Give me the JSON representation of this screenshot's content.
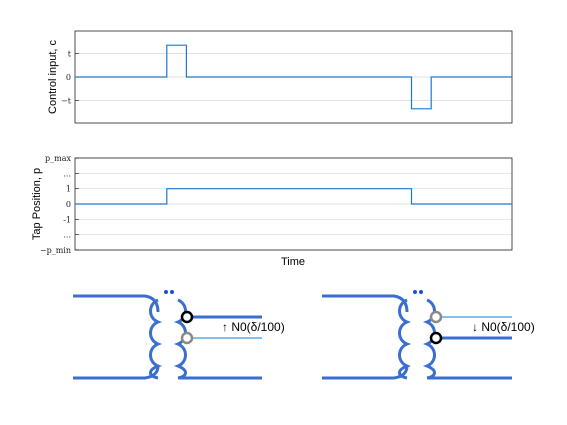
{
  "chart_data": [
    {
      "type": "line",
      "title": "",
      "xlabel": "",
      "ylabel": "Control input, c",
      "y_ticks": [
        "t",
        "0",
        "−t"
      ],
      "y_tick_values": [
        1,
        0,
        -1
      ],
      "ylim": [
        -1.95,
        1.95
      ],
      "xlim": [
        0,
        100
      ],
      "grid": true,
      "x": [
        0,
        21,
        21,
        25.5,
        25.5,
        77,
        77,
        81.5,
        81.5,
        100
      ],
      "values": [
        0,
        0,
        1.35,
        1.35,
        0,
        0,
        -1.35,
        -1.35,
        0,
        0
      ],
      "color": "#1f77d0"
    },
    {
      "type": "line",
      "title": "",
      "xlabel": "Time",
      "ylabel": "Tap Position, p",
      "y_ticks": [
        "p_max",
        "...",
        "1",
        "0",
        "-1",
        "...",
        "−p_min"
      ],
      "y_tick_values": [
        3,
        2,
        1,
        0,
        -1,
        -2,
        -3
      ],
      "ylim": [
        -3,
        3
      ],
      "xlim": [
        0,
        100
      ],
      "grid": true,
      "x": [
        0,
        21,
        21,
        77,
        77,
        100
      ],
      "values": [
        0,
        0,
        1,
        1,
        0,
        0
      ],
      "color": "#1f77d0"
    }
  ],
  "diagram": {
    "left_label": "↑ N0(δ/100)",
    "right_label": "↓ N0(δ/100)",
    "coil_color": "#3a6fd0",
    "tap_active_color": "#000000",
    "tap_inactive_color": "#8a8a8a"
  }
}
